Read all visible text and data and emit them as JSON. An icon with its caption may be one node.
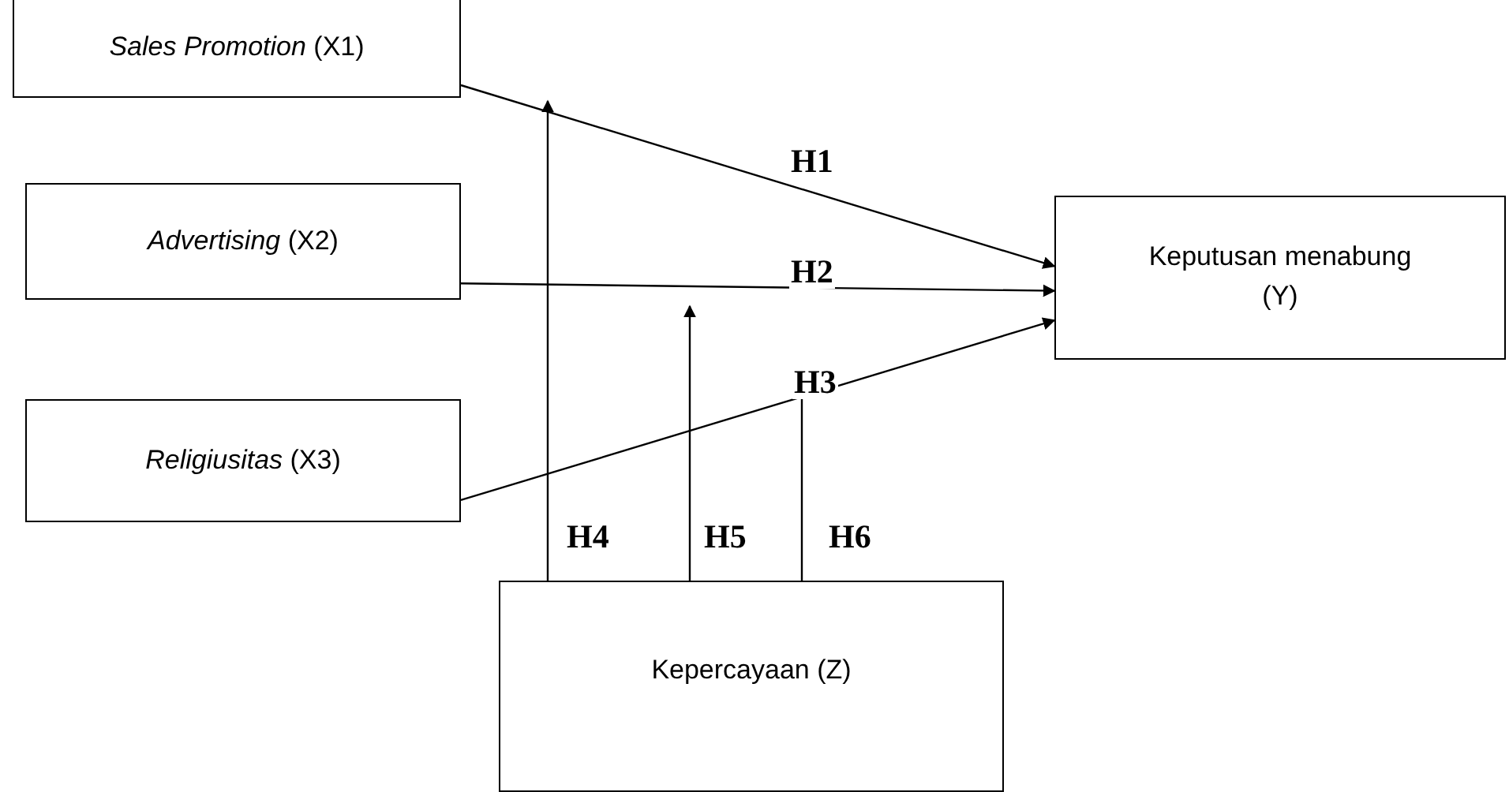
{
  "diagram": {
    "nodes": [
      {
        "text": [
          "*Sales Promotion* (X1)"
        ]
      },
      {
        "text": [
          "*Advertising* (X2)"
        ]
      },
      {
        "text": [
          "*Religiusitas* (X3)"
        ]
      },
      {
        "text": [
          "Keputusan menabung (Y)"
        ]
      },
      {
        "text": [
          "Kepercayaan (Z)"
        ]
      }
    ],
    "edges": [
      {
        "from": 0,
        "to": 3,
        "arrow": "to",
        "label": "H1"
      },
      {
        "from": 1,
        "to": 3,
        "arrow": "to",
        "label": "H2"
      },
      {
        "from": 2,
        "to": 3,
        "arrow": "to",
        "label": "H3"
      },
      {
        "from": 4,
        "to": null,
        "arrow": "to",
        "label": "H4"
      },
      {
        "from": 4,
        "to": null,
        "arrow": "to",
        "label": "H5"
      },
      {
        "from": 4,
        "to": null,
        "arrow": "to",
        "label": "H6"
      }
    ]
  }
}
